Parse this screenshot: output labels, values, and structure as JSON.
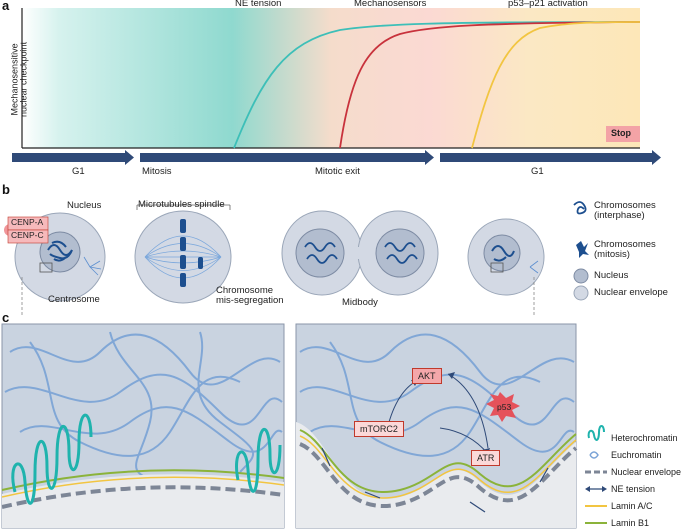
{
  "panels": {
    "a": "a",
    "b": "b",
    "c": "c"
  },
  "panel_a": {
    "ylabel_line1": "Mechanosensitive",
    "ylabel_line2": "nuclear checkpoint",
    "curve_labels": {
      "ne_tension": "NE tension",
      "mechanosensors": "Mechanosensors",
      "p53_p21": "p53–p21 activation"
    },
    "stop": "Stop",
    "phases": [
      "G1",
      "Mitosis",
      "Mitotic exit",
      "G1"
    ],
    "colors": {
      "ne_tension": "#3dbfb8",
      "mechanosensors": "#c8323c",
      "p53_p21": "#f2c541",
      "stop_fill": "#f3a3a6"
    }
  },
  "panel_b": {
    "nucleus": "Nucleus",
    "cenp_a": "CENP-A",
    "cenp_c": "CENP-C",
    "centrosome": "Centrosome",
    "spindle": "Microtubules spindle",
    "missegregation_line1": "Chromosome",
    "missegregation_line2": "mis-segregation",
    "midbody": "Midbody",
    "legend": {
      "chrom_interphase_line1": "Chromosomes",
      "chrom_interphase_line2": "(interphase)",
      "chrom_mitosis_line1": "Chromosomes",
      "chrom_mitosis_line2": "(mitosis)",
      "nucleus": "Nucleus",
      "nuclear_envelope": "Nuclear envelope"
    }
  },
  "panel_c": {
    "akt": "AKT",
    "mtorc2": "mTORC2",
    "atr": "ATR",
    "p53": "p53",
    "legend": {
      "heterochromatin": "Heterochromatin",
      "euchromatin": "Euchromatin",
      "nuclear_envelope": "Nuclear envelope",
      "ne_tension": "NE tension",
      "lamin_ac": "Lamin A/C",
      "lamin_b1": "Lamin B1"
    }
  }
}
